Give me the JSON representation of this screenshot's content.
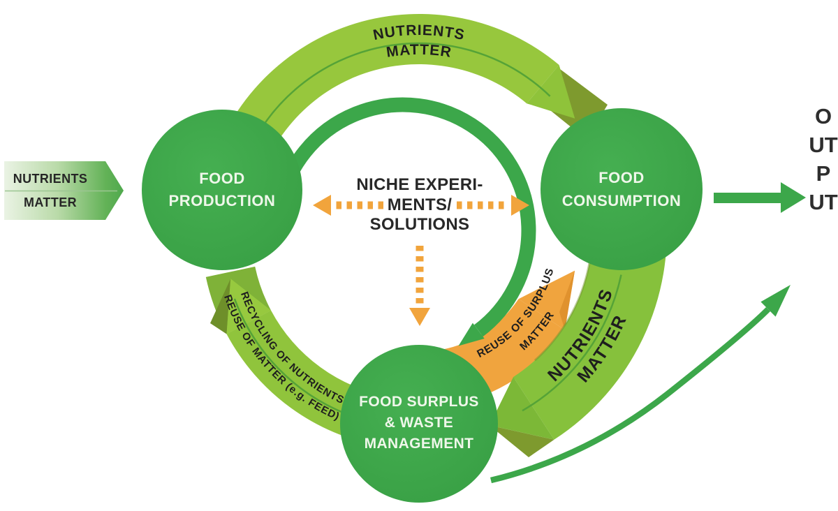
{
  "input_arrow": {
    "line1": "NUTRIENTS",
    "line2": "MATTER"
  },
  "nodes": {
    "production": {
      "line1": "FOOD",
      "line2": "PRODUCTION"
    },
    "consumption": {
      "line1": "FOOD",
      "line2": "CONSUMPTION"
    },
    "surplus": {
      "line1": "FOOD SURPLUS",
      "line2": "& WASTE",
      "line3": "MANAGEMENT"
    }
  },
  "arcs": {
    "top": {
      "line1": "NUTRIENTS",
      "line2": "MATTER"
    },
    "right": {
      "line1": "NUTRIENTS",
      "line2": "MATTER"
    },
    "reuse": {
      "line1": "REUSE OF SURPLUS",
      "line2": "MATTER"
    },
    "recycle": {
      "line1": "RECYCLING OF NUTRIENTS",
      "line2": "REUSE OF MATTER (e.g. FEED)"
    }
  },
  "center": {
    "line1": "NICHE EXPERI-",
    "line2": "MENTS/",
    "line3": "SOLUTIONS"
  },
  "output": {
    "label": "OUTPUT"
  },
  "colors": {
    "node_green": "#3CA74A",
    "band_green_top": "#97C73D",
    "band_green_right": "#86C13C",
    "band_green_lower": "#90C43C",
    "fold_shadow_olive": "#7E9A2E",
    "accent_orange": "#F0A43E",
    "arrow_green": "#3CA74A",
    "text_dark": "#262626",
    "text_on_green": "#EFF7EA"
  }
}
